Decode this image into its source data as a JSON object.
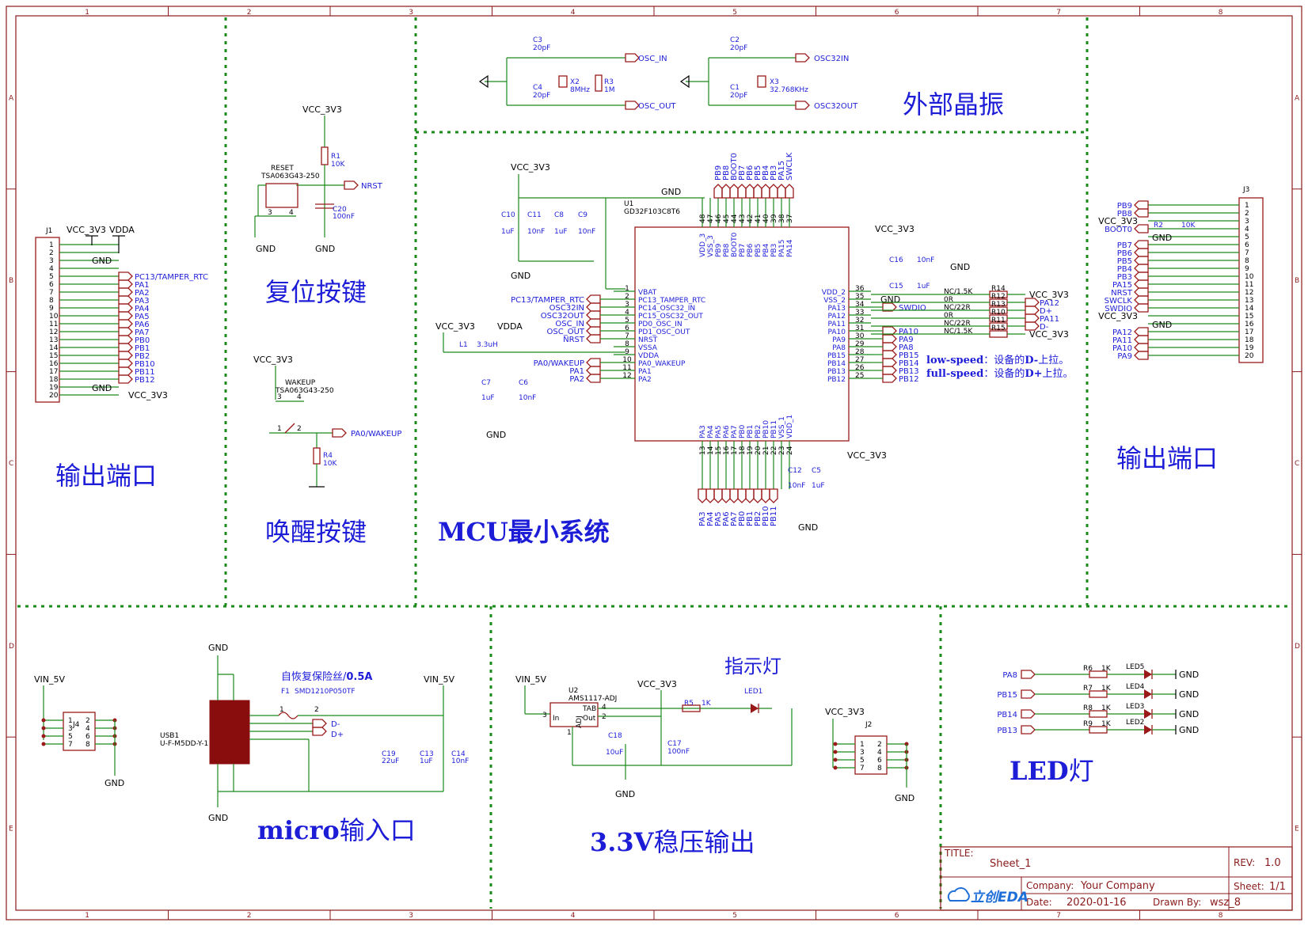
{
  "sections": {
    "out_left": "输出端口",
    "reset": "复位按键",
    "wakeup": "唤醒按键",
    "mcu": "MCU最小系统",
    "crystal": "外部晶振",
    "out_right": "输出端口",
    "micro_bold": "micro",
    "micro_rest": "输入口",
    "ldo_bold": "3.3V",
    "ldo_rest": "稳压输出",
    "led_bold": "LED",
    "led_rest": "灯",
    "indicator": "指示灯"
  },
  "grid": {
    "cols": [
      "1",
      "2",
      "3",
      "4",
      "5",
      "6",
      "7",
      "8"
    ],
    "rows": [
      "A",
      "B",
      "C",
      "D",
      "E"
    ]
  },
  "nets": {
    "vcc": "VCC_3V3",
    "vdda": "VDDA",
    "gnd": "GND",
    "vin": "VIN_5V",
    "nrst": "NRST",
    "pa0w": "PA0/WAKEUP",
    "osc_in": "OSC_IN",
    "osc_out": "OSC_OUT",
    "osc32in": "OSC32IN",
    "osc32out": "OSC32OUT",
    "swdio": "SWDIO",
    "dm": "D-",
    "dp": "D+"
  },
  "components": {
    "j1": "J1",
    "j2": "J2",
    "j3": "J3",
    "j4": "J4",
    "u1": "U1",
    "u1_part": "GD32F103C8T6",
    "u2": "U2",
    "u2_part": "AMS1117-ADJ",
    "u2_in": "In",
    "u2_tab": "TAB",
    "u2_out": "Out",
    "u2_adj": "ADJ",
    "usb1": "USB1",
    "usb1_part": "U-F-M5DD-Y-1",
    "f1": "F1",
    "f1_part": "SMD1210P050TF",
    "fuse_note_a": "自恢复保险丝/",
    "fuse_note_b": "0.5A",
    "reset_sw": "RESET",
    "reset_sw_part": "TSA063G43-250",
    "wake_sw": "WAKEUP",
    "wake_sw_part": "TSA063G43-250",
    "r1": "R1",
    "r1v": "10K",
    "r3": "R3",
    "r3v": "1M",
    "r4": "R4",
    "r4v": "10K",
    "r2": "R2",
    "r2v": "10K",
    "r5": "R5",
    "r5v": "1K",
    "c20": "C20",
    "c20v": "100nF",
    "c3": "C3",
    "c3v": "20pF",
    "c4": "C4",
    "c4v": "20pF",
    "c2": "C2",
    "c2v": "20pF",
    "c1": "C1",
    "c1v": "20pF",
    "x2": "X2",
    "x2v": "8MHz",
    "x3": "X3",
    "x3v": "32.768KHz",
    "c10": "C10",
    "c10v": "1uF",
    "c11": "C11",
    "c11v": "10nF",
    "c8": "C8",
    "c8v": "1uF",
    "c9": "C9",
    "c9v": "10nF",
    "l1": "L1",
    "l1v": "3.3uH",
    "c7": "C7",
    "c7v": "1uF",
    "c6": "C6",
    "c6v": "10nF",
    "c16": "C16",
    "c16v": "10nF",
    "c15": "C15",
    "c15v": "1uF",
    "c12": "C12",
    "c12v": "10nF",
    "c5": "C5",
    "c5v": "1uF",
    "c19": "C19",
    "c19v": "22uF",
    "c13": "C13",
    "c13v": "1uF",
    "c14": "C14",
    "c14v": "10nF",
    "c18": "C18",
    "c18v": "10uF",
    "c17": "C17",
    "c17v": "100nF",
    "led1": "LED1",
    "boot0": "BOOT0",
    "sel_low_a": "low-speed",
    "sel_low_b": "：设备的",
    "sel_low_c": "D-",
    "sel_low_d": "上拉。",
    "sel_full_a": "full-speed",
    "sel_full_b": "：设备的",
    "sel_full_c": "D+",
    "sel_full_d": "上拉。"
  },
  "j1_pins": [
    "1",
    "2",
    "3",
    "4",
    "5",
    "6",
    "7",
    "8",
    "9",
    "10",
    "11",
    "12",
    "13",
    "14",
    "15",
    "16",
    "17",
    "18",
    "19",
    "20"
  ],
  "j1_nets": [
    "",
    "",
    "",
    "",
    "PC13/TAMPER_RTC",
    "PA1",
    "PA2",
    "PA3",
    "PA4",
    "PA5",
    "PA6",
    "PA7",
    "PB0",
    "PB1",
    "PB2",
    "PB10",
    "PB11",
    "PB12",
    "",
    ""
  ],
  "j1_top": [
    "VCC_3V3",
    "VDDA"
  ],
  "j3_pins": [
    "1",
    "2",
    "3",
    "4",
    "5",
    "6",
    "7",
    "8",
    "9",
    "10",
    "11",
    "12",
    "13",
    "14",
    "15",
    "16",
    "17",
    "18",
    "19",
    "20"
  ],
  "j3_nets": [
    "PB9",
    "PB8",
    "VCC_3V3",
    "BOOT0",
    "",
    "PB7",
    "PB6",
    "PB5",
    "PB4",
    "PB3",
    "PA15",
    "NRST",
    "SWCLK",
    "SWDIO",
    "VCC_3V3",
    "",
    "PA12",
    "PA11",
    "PA10",
    "PA9"
  ],
  "mcu_left": [
    {
      "n": "1",
      "name": "VBAT"
    },
    {
      "n": "2",
      "name": "PC13_TAMPER_RTC"
    },
    {
      "n": "3",
      "name": "PC14_OSC32_IN"
    },
    {
      "n": "4",
      "name": "PC15_OSC32_OUT"
    },
    {
      "n": "5",
      "name": "PD0_OSC_IN"
    },
    {
      "n": "6",
      "name": "PD1_OSC_OUT"
    },
    {
      "n": "7",
      "name": "NRST"
    },
    {
      "n": "8",
      "name": "VSSA"
    },
    {
      "n": "9",
      "name": "VDDA"
    },
    {
      "n": "10",
      "name": "PA0_WAKEUP"
    },
    {
      "n": "11",
      "name": "PA1"
    },
    {
      "n": "12",
      "name": "PA2"
    }
  ],
  "mcu_left_nets": [
    "",
    "PC13/TAMPER_RTC",
    "OSC32IN",
    "OSC32OUT",
    "OSC_IN",
    "OSC_OUT",
    "NRST",
    "",
    "",
    "PA0/WAKEUP",
    "PA1",
    "PA2"
  ],
  "mcu_right": [
    {
      "n": "36",
      "name": "VDD_2"
    },
    {
      "n": "35",
      "name": "VSS_2"
    },
    {
      "n": "34",
      "name": "PA13"
    },
    {
      "n": "33",
      "name": "PA12"
    },
    {
      "n": "32",
      "name": "PA11"
    },
    {
      "n": "31",
      "name": "PA10"
    },
    {
      "n": "30",
      "name": "PA9"
    },
    {
      "n": "29",
      "name": "PA8"
    },
    {
      "n": "28",
      "name": "PB15"
    },
    {
      "n": "27",
      "name": "PB14"
    },
    {
      "n": "26",
      "name": "PB13"
    },
    {
      "n": "25",
      "name": "PB12"
    }
  ],
  "mcu_right_nets": [
    "",
    "",
    "SWDIO",
    "",
    "",
    "PA10",
    "PA9",
    "PA8",
    "PB15",
    "PB14",
    "PB13",
    "PB12"
  ],
  "mcu_top": [
    {
      "n": "48",
      "name": "VDD_3"
    },
    {
      "n": "47",
      "name": "VSS_3"
    },
    {
      "n": "46",
      "name": "PB9"
    },
    {
      "n": "45",
      "name": "PB8"
    },
    {
      "n": "44",
      "name": "BOOT0"
    },
    {
      "n": "43",
      "name": "PB7"
    },
    {
      "n": "42",
      "name": "PB6"
    },
    {
      "n": "41",
      "name": "PB5"
    },
    {
      "n": "40",
      "name": "PB4"
    },
    {
      "n": "39",
      "name": "PB3"
    },
    {
      "n": "38",
      "name": "PA15"
    },
    {
      "n": "37",
      "name": "PA14"
    }
  ],
  "mcu_top_nets": [
    "",
    "",
    "PB9",
    "PB8",
    "BOOT0",
    "PB7",
    "PB6",
    "PB5",
    "PB4",
    "PB3",
    "PA15",
    "SWCLK"
  ],
  "mcu_bottom": [
    {
      "n": "13",
      "name": "PA3"
    },
    {
      "n": "14",
      "name": "PA4"
    },
    {
      "n": "15",
      "name": "PA5"
    },
    {
      "n": "16",
      "name": "PA6"
    },
    {
      "n": "17",
      "name": "PA7"
    },
    {
      "n": "18",
      "name": "PB0"
    },
    {
      "n": "19",
      "name": "PB1"
    },
    {
      "n": "20",
      "name": "PB2"
    },
    {
      "n": "21",
      "name": "PB10"
    },
    {
      "n": "22",
      "name": "PB11"
    },
    {
      "n": "23",
      "name": "VSS_1"
    },
    {
      "n": "24",
      "name": "VDD_1"
    }
  ],
  "mcu_bottom_nets": [
    "PA3",
    "PA4",
    "PA5",
    "PA6",
    "PA7",
    "PB0",
    "PB1",
    "PB2",
    "PB10",
    "PB11",
    "",
    ""
  ],
  "usb_sel": [
    {
      "r": "R14",
      "v": "NC/1.5K",
      "net": "VCC_3V3"
    },
    {
      "r": "R12",
      "v": "0R",
      "net": "PA12"
    },
    {
      "r": "R13",
      "v": "NC/22R",
      "net": "D+"
    },
    {
      "r": "R10",
      "v": "0R",
      "net": "PA11"
    },
    {
      "r": "R11",
      "v": "NC/22R",
      "net": "D-"
    },
    {
      "r": "R15",
      "v": "NC/1.5K",
      "net": "VCC_3V3"
    }
  ],
  "leds": [
    {
      "net": "PA8",
      "r": "R6",
      "rv": "1K",
      "led": "LED5"
    },
    {
      "net": "PB15",
      "r": "R7",
      "rv": "1K",
      "led": "LED4"
    },
    {
      "net": "PB14",
      "r": "R8",
      "rv": "1K",
      "led": "LED3"
    },
    {
      "net": "PB13",
      "r": "R9",
      "rv": "1K",
      "led": "LED2"
    }
  ],
  "hdr2x4": [
    "1",
    "2",
    "3",
    "4",
    "5",
    "6",
    "7",
    "8"
  ],
  "titleblock": {
    "title_label": "TITLE:",
    "title": "Sheet_1",
    "rev_label": "REV:",
    "rev": "1.0",
    "company_label": "Company:",
    "company": "Your Company",
    "sheet_label": "Sheet:",
    "sheet": "1/1",
    "date_label": "Date:",
    "date": "2020-01-16",
    "drawn_label": "Drawn By:",
    "drawn": "wsz_8",
    "logo": "立创EDA"
  }
}
